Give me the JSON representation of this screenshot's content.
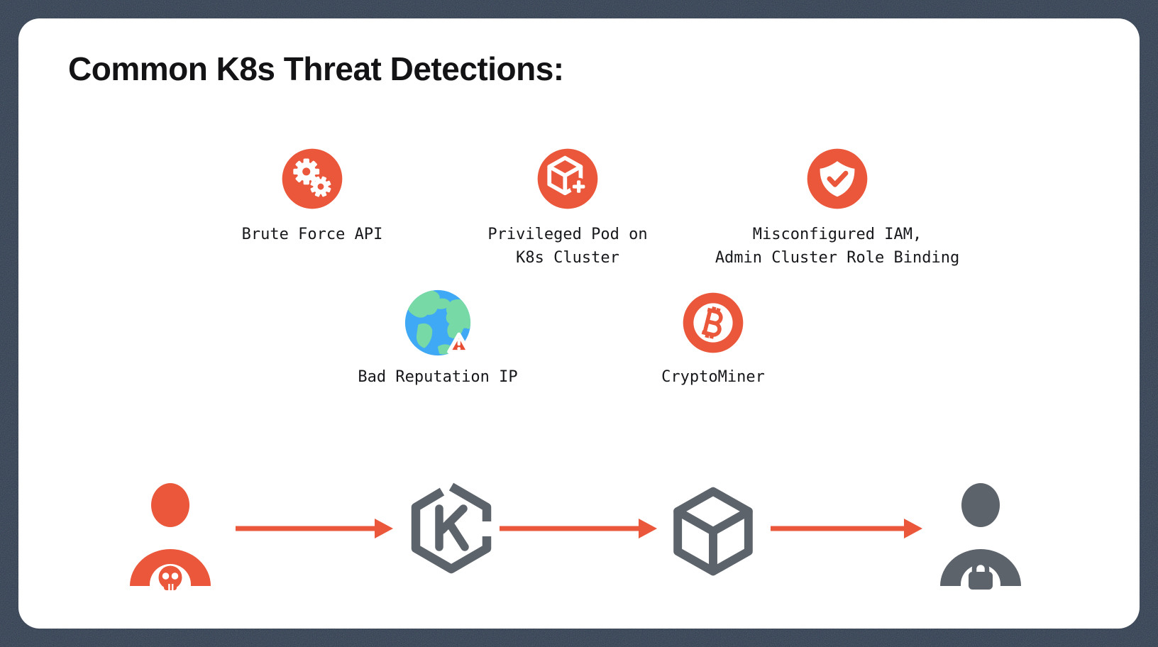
{
  "title": "Common K8s Threat Detections:",
  "colors": {
    "accent": "#EA573B",
    "gray": "#5D636B",
    "navy": "#2C3A4D",
    "card": "#FFFFFF",
    "text": "#17181B",
    "title": "#131316",
    "ocean": "#3FA9F5",
    "land": "#77D9A6",
    "warn": "#E84E34"
  },
  "threats": [
    {
      "icon": "gears-icon",
      "label": "Brute Force API"
    },
    {
      "icon": "privileged-pod-icon",
      "label": "Privileged Pod on\nK8s Cluster"
    },
    {
      "icon": "shield-check-icon",
      "label": "Misconfigured IAM,\nAdmin Cluster Role Binding"
    },
    {
      "icon": "globe-warning-icon",
      "label": "Bad Reputation IP"
    },
    {
      "icon": "bitcoin-icon",
      "label": "CryptoMiner"
    }
  ],
  "flow": {
    "nodes": [
      {
        "icon": "attacker-skull-icon"
      },
      {
        "icon": "k8s-hexagon-icon"
      },
      {
        "icon": "pod-cube-icon"
      },
      {
        "icon": "locked-user-icon"
      }
    ],
    "arrow_icon": "right-arrow-icon"
  }
}
